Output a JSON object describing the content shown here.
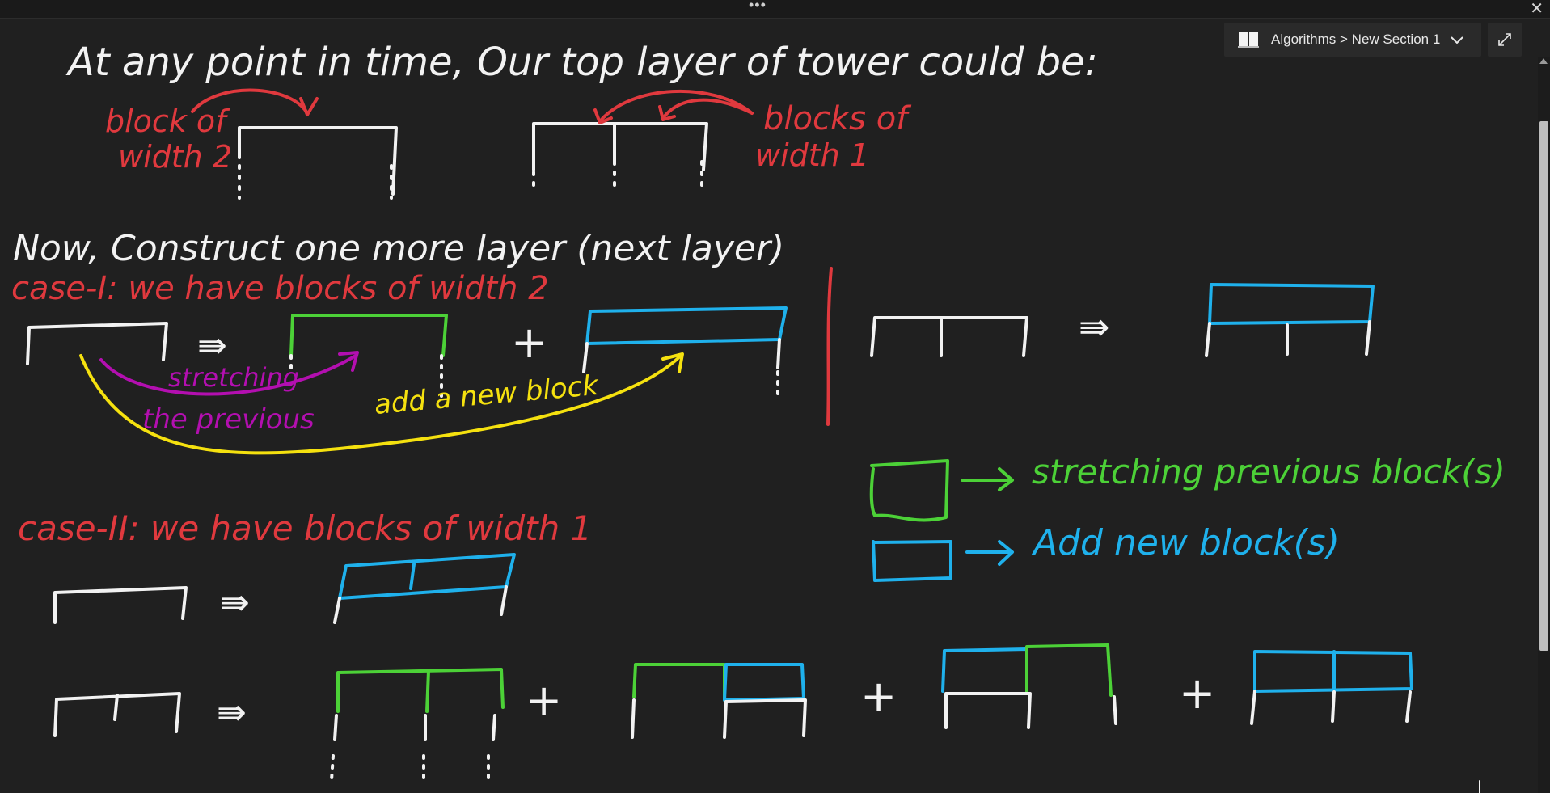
{
  "window": {
    "more_glyph": "•••",
    "close_glyph": "✕"
  },
  "breadcrumb": {
    "notebook": "Algorithms",
    "separator": " > ",
    "section": "New Section 1",
    "text": "Algorithms > New Section 1"
  },
  "icons": {
    "notebook": "notebook-icon",
    "dropdown": "chevron-down-icon",
    "expand": "expand-icon",
    "scroll_up": "scroll-up-arrow-icon"
  },
  "colors": {
    "background": "#202020",
    "white_ink": "#f2f2f2",
    "red_ink": "#e0393e",
    "green_ink": "#4cd137",
    "blue_ink": "#1fb1ec",
    "purple_ink": "#b30fb0",
    "yellow_ink": "#f5e10f"
  },
  "notes": {
    "heading": "At any point in time, Our top layer of tower could be:",
    "label_width2": [
      "block of",
      "width 2"
    ],
    "label_width1": [
      "blocks of",
      "width 1"
    ],
    "construct_line": "Now, Construct one more layer (next layer)",
    "case1_title": "case-I: we have blocks of width 2",
    "stretching_label": [
      "stretching",
      "the previous"
    ],
    "add_block_label": "add a new block",
    "legend_stretch": "stretching previous block(s)",
    "legend_add": "Add new block(s)",
    "case2_title": "case-II: we have blocks of width 1",
    "plus": "+",
    "implies": "⇛"
  }
}
